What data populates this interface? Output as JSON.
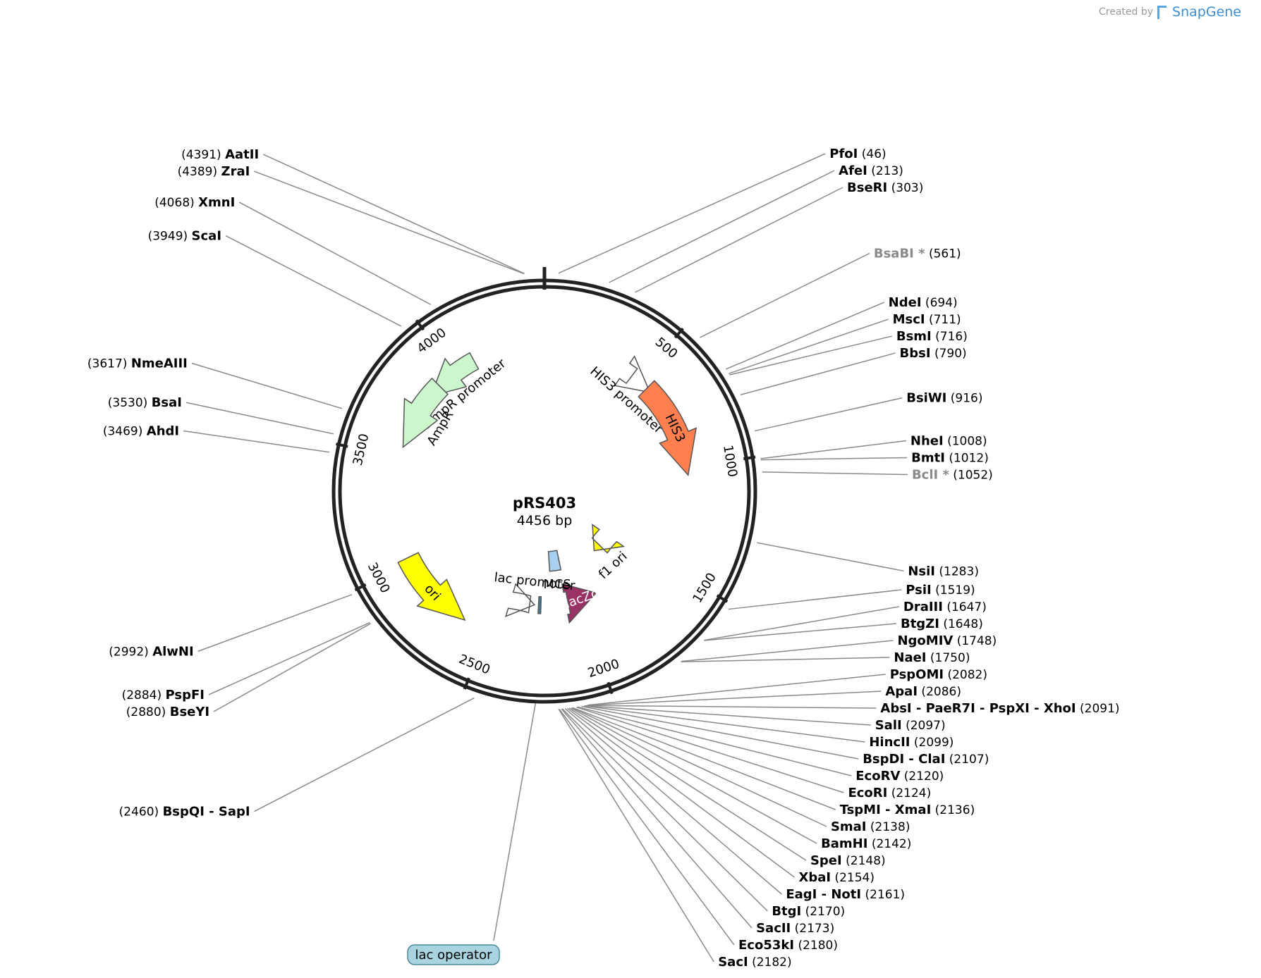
{
  "credit": {
    "prefix": "Created by",
    "product": "SnapGene"
  },
  "plasmid": {
    "name": "pRS403",
    "length": 4456,
    "length_label": "4456 bp"
  },
  "ticks": [
    "500",
    "1000",
    "1500",
    "2000",
    "2500",
    "3000",
    "3500",
    "4000"
  ],
  "features": [
    {
      "name": "AmpR promoter",
      "start": 3837,
      "end": 4105,
      "strand": -1,
      "color": "#ccf7cc",
      "kind": "promoter"
    },
    {
      "name": "AmpR",
      "start": 3556,
      "end": 3900,
      "strand": -1,
      "color": "#ccf7cc",
      "kind": "gene"
    },
    {
      "name": "HIS3 promoter",
      "start": 460,
      "end": 580,
      "strand": 1,
      "color": "#ffffff",
      "kind": "promoter"
    },
    {
      "name": "HIS3",
      "start": 555,
      "end": 1035,
      "strand": 1,
      "color": "#ff7f4f",
      "kind": "gene"
    },
    {
      "name": "ori",
      "start": 2620,
      "end": 3020,
      "strand": -1,
      "color": "#ffff00",
      "kind": "rep_origin"
    },
    {
      "name": "f1 ori",
      "start": 1665,
      "end": 1735,
      "strand": 1,
      "color": "#ffff00",
      "kind": "rep_origin"
    },
    {
      "name": "lacZα",
      "start": 1895,
      "end": 2080,
      "strand": -1,
      "color": "#993366",
      "kind": "gene"
    },
    {
      "name": "MCS",
      "start": 2082,
      "end": 2182,
      "strand": 0,
      "color": "#a8d0f0",
      "kind": "misc"
    },
    {
      "name": "lac promoter",
      "start": 2290,
      "end": 2320,
      "strand": -1,
      "color": "#ffffff",
      "kind": "promoter"
    },
    {
      "name": "lac operator",
      "start": 2250,
      "end": 2265,
      "strand": 0,
      "color": "#3d7f9e",
      "kind": "protein_bind"
    }
  ],
  "sites": [
    {
      "name": "AatII",
      "pos": 4391
    },
    {
      "name": "ZraI",
      "pos": 4389
    },
    {
      "name": "PfoI",
      "pos": 46
    },
    {
      "name": "AfeI",
      "pos": 213
    },
    {
      "name": "BseRI",
      "pos": 303
    },
    {
      "name": "XmnI",
      "pos": 4068
    },
    {
      "name": "ScaI",
      "pos": 3949
    },
    {
      "name": "BsaBI *",
      "pos": 561,
      "gray": true
    },
    {
      "name": "NdeI",
      "pos": 694
    },
    {
      "name": "MscI",
      "pos": 711
    },
    {
      "name": "BsmI",
      "pos": 716
    },
    {
      "name": "BbsI",
      "pos": 790
    },
    {
      "name": "NmeAIII",
      "pos": 3617
    },
    {
      "name": "BsaI",
      "pos": 3530
    },
    {
      "name": "AhdI",
      "pos": 3469
    },
    {
      "name": "BsiWI",
      "pos": 916
    },
    {
      "name": "NheI",
      "pos": 1008
    },
    {
      "name": "BmtI",
      "pos": 1012
    },
    {
      "name": "BclI *",
      "pos": 1052,
      "gray": true
    },
    {
      "name": "NsiI",
      "pos": 1283
    },
    {
      "name": "PsiI",
      "pos": 1519
    },
    {
      "name": "DraIII",
      "pos": 1647
    },
    {
      "name": "BtgZI",
      "pos": 1648
    },
    {
      "name": "NgoMIV",
      "pos": 1748
    },
    {
      "name": "NaeI",
      "pos": 1750
    },
    {
      "name": "PspOMI",
      "pos": 2082
    },
    {
      "name": "ApaI",
      "pos": 2086
    },
    {
      "name": "AbsI - PaeR7I - PspXI - XhoI",
      "pos": 2091
    },
    {
      "name": "SalI",
      "pos": 2097
    },
    {
      "name": "HincII",
      "pos": 2099
    },
    {
      "name": "BspDI - ClaI",
      "pos": 2107
    },
    {
      "name": "EcoRV",
      "pos": 2120
    },
    {
      "name": "EcoRI",
      "pos": 2124
    },
    {
      "name": "TspMI - XmaI",
      "pos": 2136
    },
    {
      "name": "SmaI",
      "pos": 2138
    },
    {
      "name": "BamHI",
      "pos": 2142
    },
    {
      "name": "SpeI",
      "pos": 2148
    },
    {
      "name": "XbaI",
      "pos": 2154
    },
    {
      "name": "EagI - NotI",
      "pos": 2161
    },
    {
      "name": "BtgI",
      "pos": 2170
    },
    {
      "name": "SacII",
      "pos": 2173
    },
    {
      "name": "Eco53kI",
      "pos": 2180
    },
    {
      "name": "SacI",
      "pos": 2182
    },
    {
      "name": "AlwNI",
      "pos": 2992
    },
    {
      "name": "PspFI",
      "pos": 2884
    },
    {
      "name": "BseYI",
      "pos": 2880
    },
    {
      "name": "BspQI - SapI",
      "pos": 2460
    }
  ],
  "colors": {
    "backbone": "#222222",
    "leader": "#8a8a8a",
    "text": "#000000",
    "gray_text": "#8a8a8a",
    "lac_operator_box": "#a9d3df"
  }
}
